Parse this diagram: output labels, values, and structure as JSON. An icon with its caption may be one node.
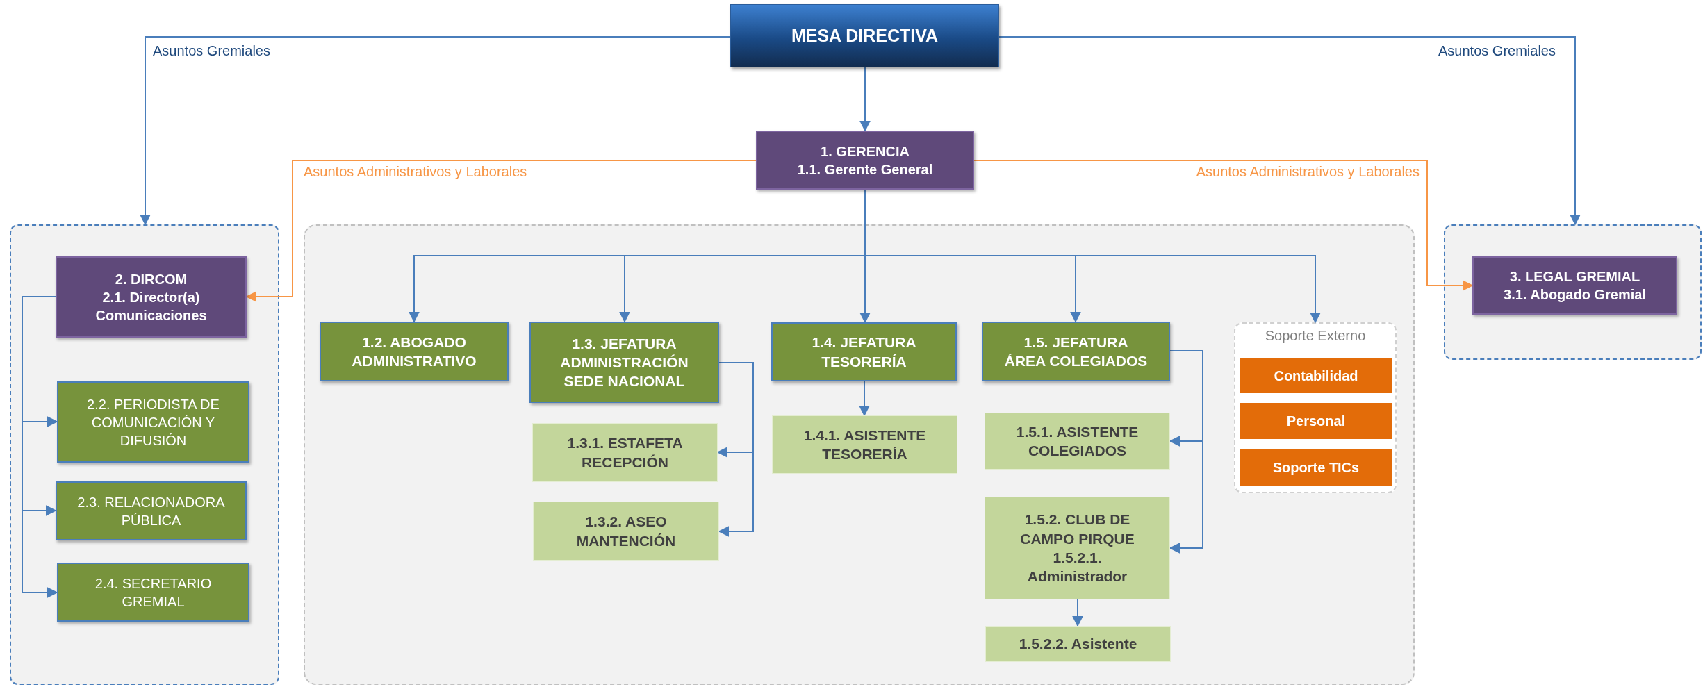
{
  "diagram": {
    "nodes": [
      {
        "text": [
          "MESA DIRECTIVA"
        ]
      },
      {
        "text": [
          "1. GERENCIA",
          "1.1. Gerente General"
        ]
      },
      {
        "text": [],
        "shape": "box"
      },
      {
        "text": [
          "2. DIRCOM",
          "2.1. Director(a) Comunicaciones"
        ],
        "in": 2
      },
      {
        "text": [
          "2.2. PERIODISTA DE COMUNICACIÓN Y DIFUSIÓN"
        ],
        "in": 2
      },
      {
        "text": [
          "2.3. RELACIONADORA PÚBLICA"
        ],
        "in": 2
      },
      {
        "text": [
          "2.4. SECRETARIO GREMIAL"
        ],
        "in": 2
      },
      {
        "text": [],
        "shape": "box"
      },
      {
        "text": [
          "1.2. ABOGADO ADMINISTRATIVO"
        ],
        "in": 7
      },
      {
        "text": [
          "1.3. JEFATURA ADMINISTRACIÓN SEDE NACIONAL"
        ],
        "in": 7
      },
      {
        "text": [
          "1.3.1. ESTAFETA RECEPCIÓN"
        ],
        "in": 7
      },
      {
        "text": [
          "1.3.2. ASEO MANTENCIÓN"
        ],
        "in": 7
      },
      {
        "text": [
          "1.4. JEFATURA TESORERÍA"
        ],
        "in": 7
      },
      {
        "text": [
          "1.4.1. ASISTENTE TESORERÍA"
        ],
        "in": 7
      },
      {
        "text": [
          "1.5. JEFATURA ÁREA COLEGIADOS"
        ],
        "in": 7
      },
      {
        "text": [
          "1.5.1. ASISTENTE COLEGIADOS"
        ],
        "in": 7
      },
      {
        "text": [
          "1.5.2. CLUB DE CAMPO PIRQUE",
          "1.5.2.1. Administrador"
        ],
        "in": 7
      },
      {
        "text": [
          "1.5.2.2. Asistente"
        ],
        "in": 7
      },
      {
        "text": [
          "Soporte Externo"
        ],
        "in": 7
      },
      {
        "text": [
          "Contabilidad"
        ],
        "in": 18
      },
      {
        "text": [
          "Personal"
        ],
        "in": 18
      },
      {
        "text": [
          "Soporte TICs"
        ],
        "in": 18
      },
      {
        "text": [],
        "shape": "box"
      },
      {
        "text": [
          "3. LEGAL GREMIAL",
          "3.1. Abogado Gremial"
        ],
        "in": 22
      }
    ],
    "edges": [
      {
        "from": 0,
        "to": 2,
        "arrow": "to",
        "label": "Asuntos Gremiales"
      },
      {
        "from": 0,
        "to": 22,
        "arrow": "to",
        "label": "Asuntos Gremiales"
      },
      {
        "from": 0,
        "to": 1,
        "arrow": "to"
      },
      {
        "from": 1,
        "to": 3,
        "arrow": "to",
        "label": "Asuntos Administrativos y Laborales",
        "color": "#f79646"
      },
      {
        "from": 1,
        "to": 23,
        "arrow": "to",
        "label": "Asuntos Administrativos y Laborales",
        "color": "#f79646"
      },
      {
        "from": 1,
        "to": 8,
        "arrow": "to"
      },
      {
        "from": 1,
        "to": 9,
        "arrow": "to"
      },
      {
        "from": 1,
        "to": 12,
        "arrow": "to"
      },
      {
        "from": 1,
        "to": 14,
        "arrow": "to"
      },
      {
        "from": 1,
        "to": 18,
        "arrow": "to"
      },
      {
        "from": 3,
        "to": 4,
        "arrow": "to"
      },
      {
        "from": 3,
        "to": 5,
        "arrow": "to"
      },
      {
        "from": 3,
        "to": 6,
        "arrow": "to"
      },
      {
        "from": 9,
        "to": 10,
        "arrow": "to"
      },
      {
        "from": 9,
        "to": 11,
        "arrow": "to"
      },
      {
        "from": 12,
        "to": 13,
        "arrow": "to"
      },
      {
        "from": 14,
        "to": 15,
        "arrow": "to"
      },
      {
        "from": 14,
        "to": 16,
        "arrow": "to"
      },
      {
        "from": 16,
        "to": 17,
        "arrow": "to"
      }
    ]
  }
}
